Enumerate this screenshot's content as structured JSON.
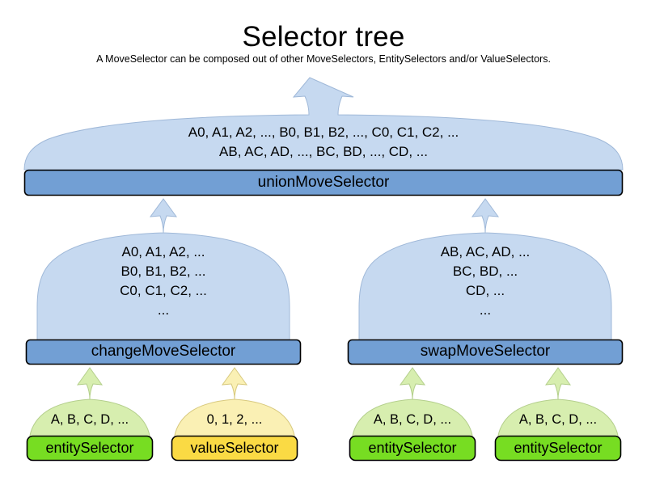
{
  "header": {
    "title": "Selector tree",
    "subtitle": "A MoveSelector can be composed out of other MoveSelectors, EntitySelectors and/or ValueSelectors."
  },
  "colors": {
    "move_body": "#c6d9f0",
    "move_bar": "#729fd4",
    "entity_body": "#d7eeaf",
    "entity_bar": "#77dd22",
    "value_body": "#faf0b4",
    "value_bar": "#fada44",
    "outline": "#000000",
    "background": "#ffffff"
  },
  "nodes": {
    "union": {
      "label": "unionMoveSelector",
      "content": "A0, A1, A2, ..., B0, B1, B2, ..., C0, C1, C2, ...\nAB, AC, AD, ..., BC, BD, ..., CD, ...",
      "kind": "moveSelector"
    },
    "change": {
      "label": "changeMoveSelector",
      "content": "A0, A1, A2, ...\nB0, B1, B2, ...\nC0, C1, C2, ...\n...",
      "kind": "moveSelector"
    },
    "swap": {
      "label": "swapMoveSelector",
      "content": "AB, AC, AD, ...\nBC, BD, ...\nCD, ...\n...",
      "kind": "moveSelector"
    },
    "entity_change": {
      "label": "entitySelector",
      "content": "A, B, C, D, ...",
      "kind": "entitySelector"
    },
    "value_change": {
      "label": "valueSelector",
      "content": "0, 1, 2, ...",
      "kind": "valueSelector"
    },
    "entity_swap_left": {
      "label": "entitySelector",
      "content": "A, B, C, D, ...",
      "kind": "entitySelector"
    },
    "entity_swap_right": {
      "label": "entitySelector",
      "content": "A, B, C, D, ...",
      "kind": "entitySelector"
    }
  },
  "edges": [
    {
      "from": "change",
      "to": "union"
    },
    {
      "from": "swap",
      "to": "union"
    },
    {
      "from": "entity_change",
      "to": "change"
    },
    {
      "from": "value_change",
      "to": "change"
    },
    {
      "from": "entity_swap_left",
      "to": "swap"
    },
    {
      "from": "entity_swap_right",
      "to": "swap"
    }
  ]
}
